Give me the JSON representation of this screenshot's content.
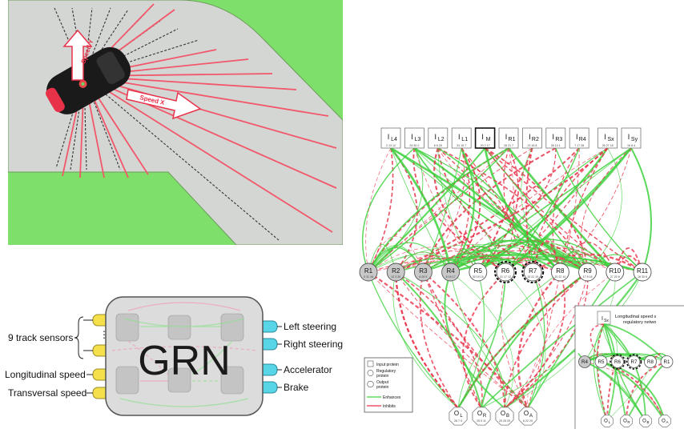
{
  "track": {
    "speed_y_label": "Speed Y",
    "speed_x_label": "Speed X",
    "colors": {
      "grass": "#7ee06a",
      "road": "#d4d6d4",
      "ray": "#f2576a",
      "sensor": "#333333",
      "car": "#1a1a1a"
    }
  },
  "grn": {
    "title": "GRN",
    "inputs": [
      "9 track sensors",
      "Longitudinal speed",
      "Transversal speed"
    ],
    "outputs": [
      "Left steering",
      "Right steering",
      "Accelerator",
      "Brake"
    ],
    "ellipsis": "⋮",
    "colors": {
      "input_port": "#f4e04a",
      "output_port": "#58d6e8",
      "box": "#dcdcdc"
    }
  },
  "network": {
    "input_nodes": [
      {
        "main": "I",
        "sub": "L4",
        "vals": "2 13 12"
      },
      {
        "main": "I",
        "sub": "L3",
        "vals": "24 30 2"
      },
      {
        "main": "I",
        "sub": "L2",
        "vals": "6 6 29"
      },
      {
        "main": "I",
        "sub": "L1",
        "vals": "31 15 7"
      },
      {
        "main": "I",
        "sub": "M",
        "vals": "20 2 17"
      },
      {
        "main": "I",
        "sub": "R1",
        "vals": "28 21 7"
      },
      {
        "main": "I",
        "sub": "R2",
        "vals": "13 16 8"
      },
      {
        "main": "I",
        "sub": "R3",
        "vals": "26 10 1"
      },
      {
        "main": "I",
        "sub": "R4",
        "vals": "7 17 28"
      },
      {
        "main": "I",
        "sub": "Sx",
        "vals": "26 27 18"
      },
      {
        "main": "I",
        "sub": "Sy",
        "vals": "16 8 4"
      }
    ],
    "regulatory_nodes": [
      {
        "label": "R1",
        "vals": "0 31 16",
        "grey": true
      },
      {
        "label": "R2",
        "vals": "13 3 30",
        "grey": true
      },
      {
        "label": "R3",
        "vals": "6 26 9",
        "grey": true
      },
      {
        "label": "R4",
        "vals": "8 16 17",
        "grey": true
      },
      {
        "label": "R5",
        "vals": "30 19 15",
        "grey": false
      },
      {
        "label": "R6",
        "vals": "31 17 12",
        "grey": false
      },
      {
        "label": "R7",
        "vals": "15 22 19",
        "grey": false
      },
      {
        "label": "R8",
        "vals": "20 22 10",
        "grey": false
      },
      {
        "label": "R9",
        "vals": "17 8 16",
        "grey": false
      },
      {
        "label": "R10",
        "vals": "27 20 8",
        "grey": false
      },
      {
        "label": "R11",
        "vals": "18 30 6",
        "grey": false
      }
    ],
    "output_nodes": [
      {
        "main": "O",
        "sub": "L",
        "vals": "26 7 0"
      },
      {
        "main": "O",
        "sub": "R",
        "vals": "25 9 11"
      },
      {
        "main": "O",
        "sub": "B",
        "vals": "29 25 29"
      },
      {
        "main": "O",
        "sub": "A",
        "vals": "6 22 29"
      }
    ],
    "legend": {
      "input": "Input protein",
      "regulatory": [
        "Regulatory",
        "protein"
      ],
      "output": [
        "Output",
        "protein"
      ],
      "enhances": "Enhances",
      "inhibits": "Inhibits"
    },
    "inset": {
      "title": [
        "Longitudinal speed s",
        "regulatory netwo"
      ],
      "input": {
        "main": "I",
        "sub": "Sx"
      },
      "reg": [
        "R4",
        "R5",
        "R6",
        "R7",
        "R8",
        "R1"
      ],
      "out": [
        {
          "main": "O",
          "sub": "L"
        },
        {
          "main": "O",
          "sub": "R"
        },
        {
          "main": "O",
          "sub": "B"
        },
        {
          "main": "O",
          "sub": "A"
        }
      ]
    },
    "colors": {
      "enhance": "#3ed23e",
      "inhibit": "#e8324a",
      "grey_node": "#c8c8c8"
    }
  }
}
